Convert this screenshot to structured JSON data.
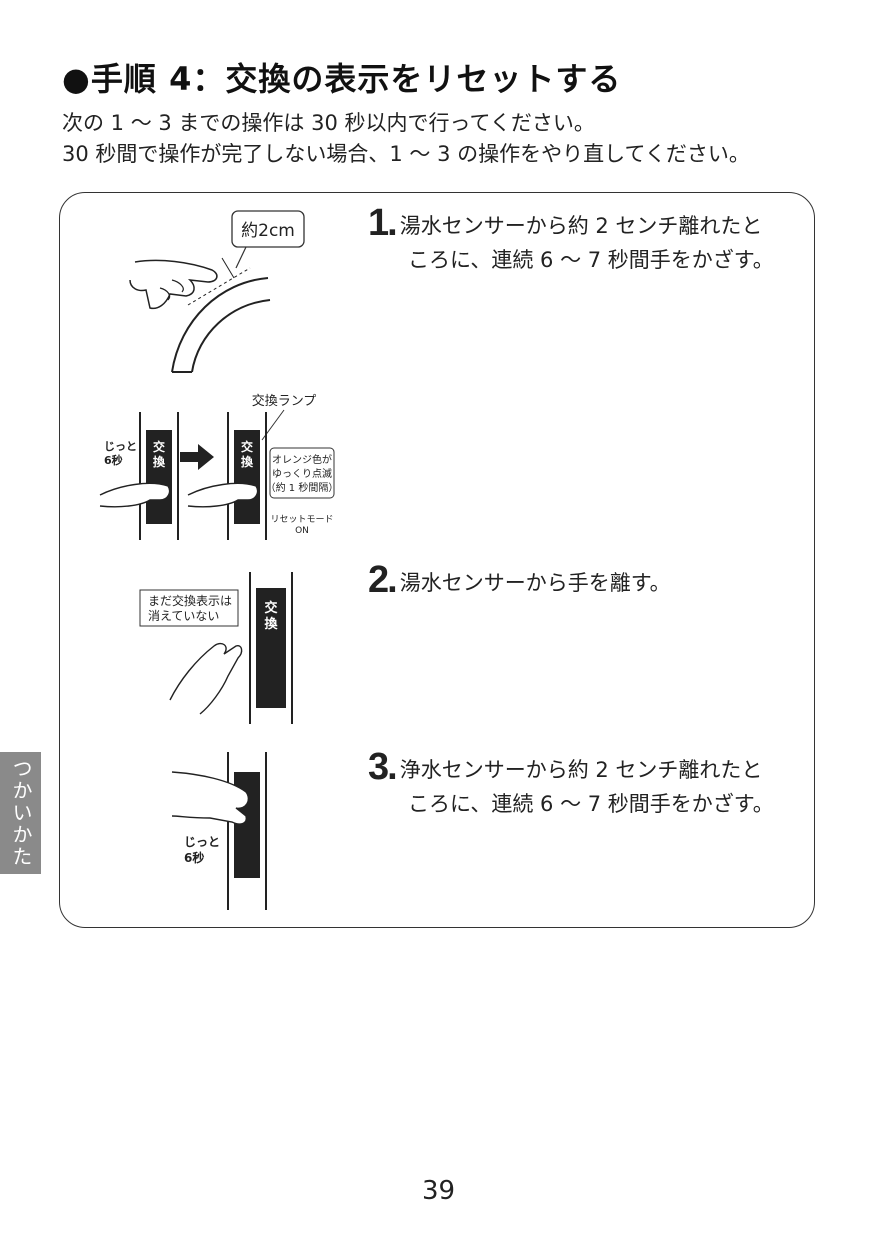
{
  "title": "●手順 4：交換の表示をリセットする",
  "intro": [
    "次の 1 ～ 3 までの操作は 30 秒以内で行ってください。",
    "30 秒間で操作が完了しない場合、1 ～ 3 の操作をやり直してください。"
  ],
  "steps": [
    {
      "num": "1.",
      "line1": "湯水センサーから約 2 センチ離れたと",
      "line2": "ころに、連続 6 ～ 7 秒間手をかざす。"
    },
    {
      "num": "2.",
      "line1": "湯水センサーから手を離す。"
    },
    {
      "num": "3.",
      "line1": "浄水センサーから約 2 センチ離れたと",
      "line2": "ころに、連続 6 ～ 7 秒間手をかざす。"
    }
  ],
  "labels": {
    "distance": "約2cm",
    "lamp": "交換ランプ",
    "lamp_char1": "交",
    "lamp_char2": "換",
    "wait1": "じっと",
    "wait2": "6秒",
    "orange1": "オレンジ色が",
    "orange2": "ゆっくり点滅",
    "orange3": "（約 1 秒間隔）",
    "reset1": "リセットモード",
    "reset2": "ON",
    "notyet1": "まだ交換表示は",
    "notyet2": "消えていない"
  },
  "side_tab": "つかいかた",
  "page_number": "39"
}
